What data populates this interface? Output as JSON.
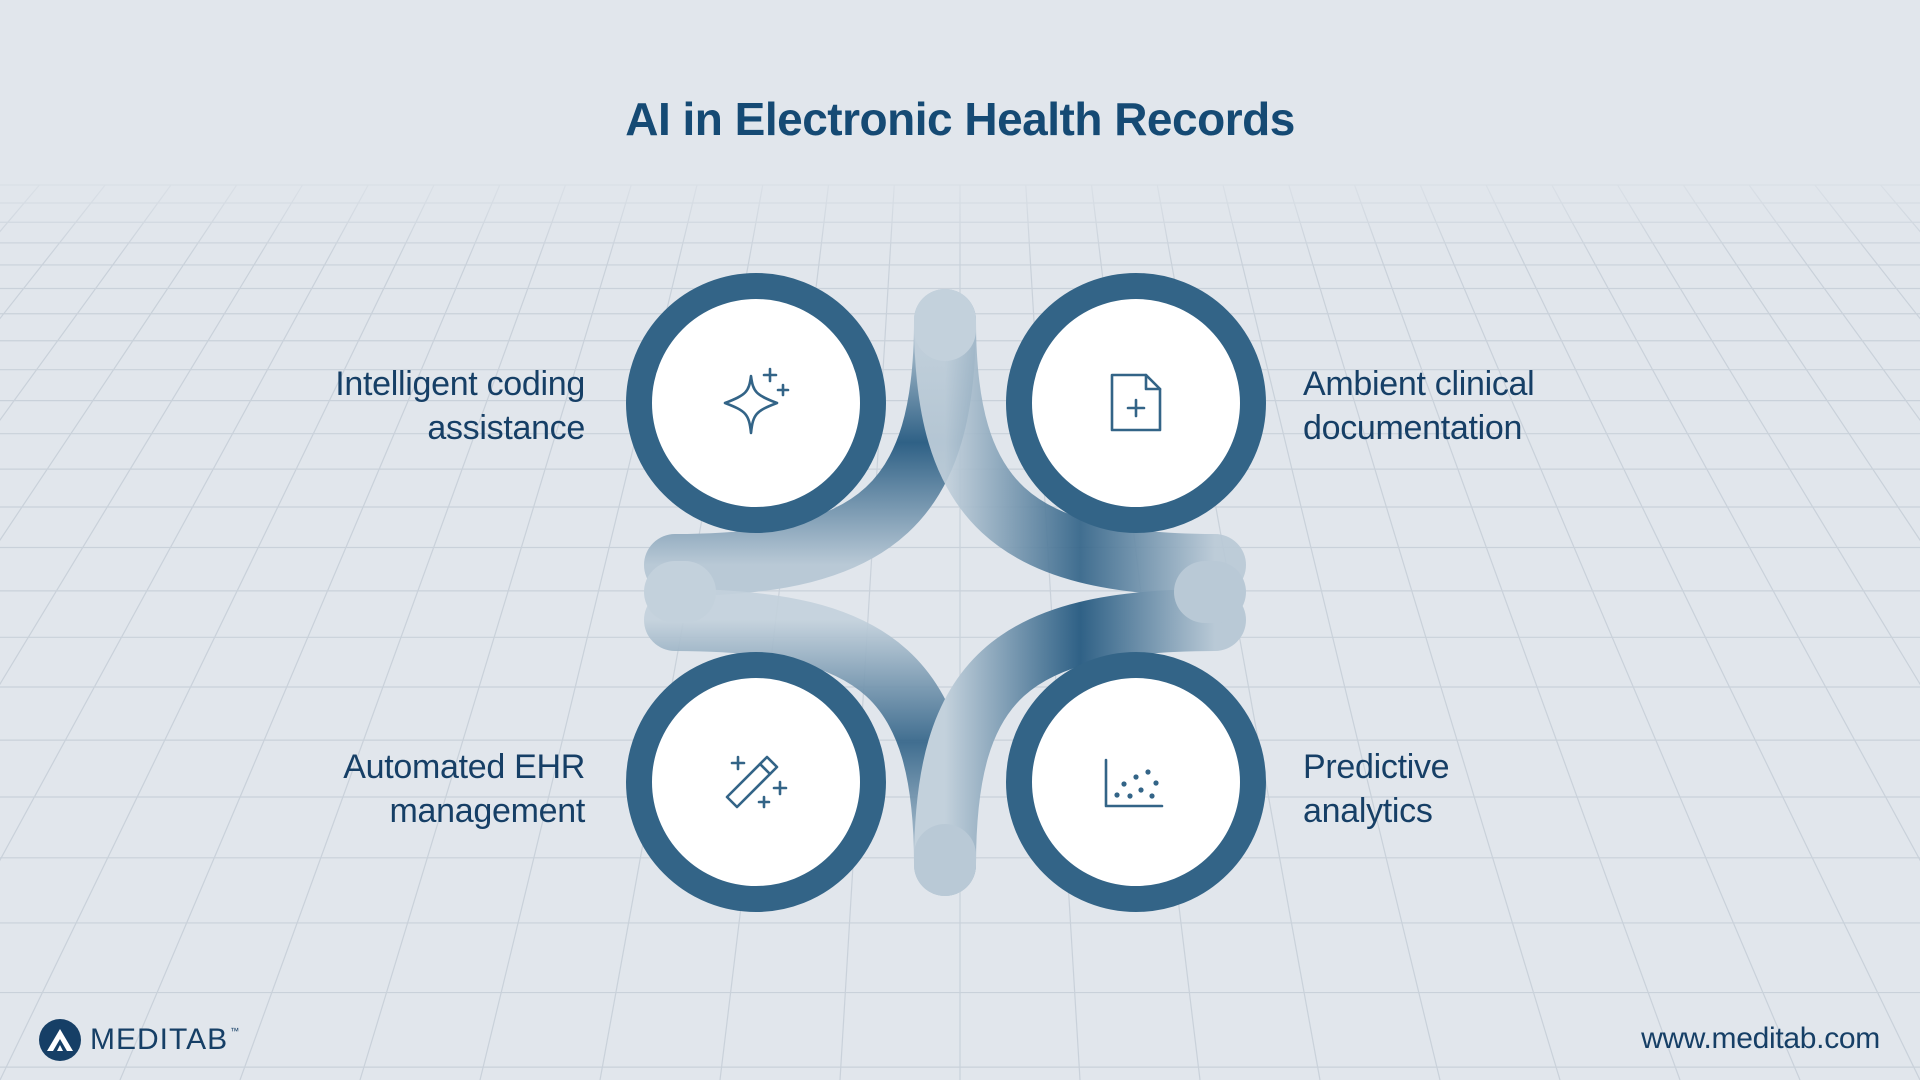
{
  "title": "AI in Electronic Health Records",
  "items": [
    {
      "line1": "Intelligent coding",
      "line2": "assistance",
      "icon": "sparkles-icon"
    },
    {
      "line1": "Ambient clinical",
      "line2": "documentation",
      "icon": "document-plus-icon"
    },
    {
      "line1": "Automated EHR",
      "line2": "management",
      "icon": "magic-wand-icon"
    },
    {
      "line1": "Predictive",
      "line2": "analytics",
      "icon": "scatter-chart-icon"
    }
  ],
  "brand": {
    "name": "MEDITAB",
    "trademark": "™",
    "website": "www.meditab.com"
  },
  "colors": {
    "background": "#e1e6ec",
    "grid": "#c9d1da",
    "ring": "#336487",
    "title": "#154a74",
    "text": "#163f66",
    "band_light": "#b7c8d6",
    "band_dark": "#2f6186"
  }
}
